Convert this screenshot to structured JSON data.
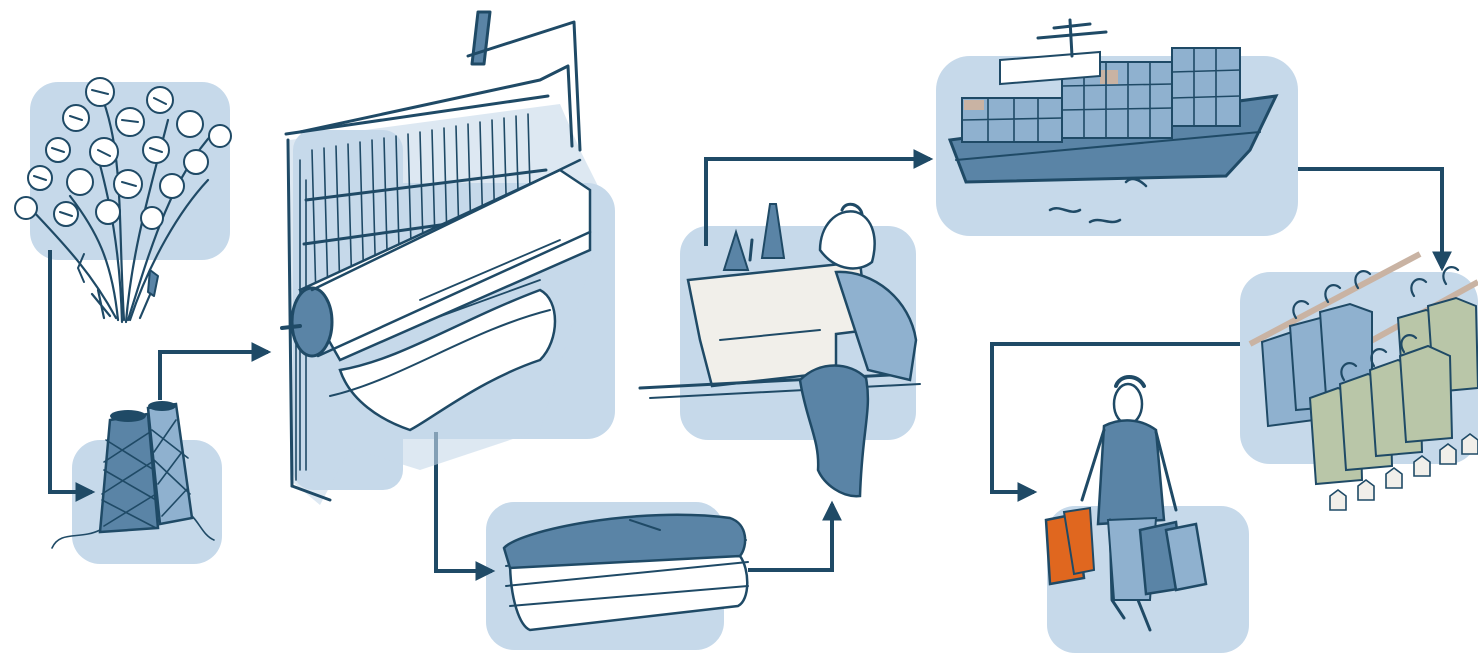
{
  "diagram": {
    "type": "process-flow",
    "stages": [
      {
        "id": "cotton",
        "icon": "cotton-plant-icon"
      },
      {
        "id": "yarn",
        "icon": "yarn-spool-icon"
      },
      {
        "id": "weaving",
        "icon": "loom-icon"
      },
      {
        "id": "fabric",
        "icon": "folded-fabric-icon"
      },
      {
        "id": "sewing",
        "icon": "sewing-machine-icon"
      },
      {
        "id": "shipping",
        "icon": "container-ship-icon"
      },
      {
        "id": "retail",
        "icon": "clothing-rack-icon"
      },
      {
        "id": "consumer",
        "icon": "shopper-icon"
      }
    ],
    "flow": [
      "cotton",
      "yarn",
      "weaving",
      "fabric",
      "sewing",
      "shipping",
      "retail",
      "consumer"
    ]
  },
  "colors": {
    "tile": "#c6d9ea",
    "ink": "#1f4a66",
    "mid_blue": "#5a84a6",
    "light_blue": "#8fb1cf",
    "garment_green": "#b9c6a8",
    "orange_bag": "#e0671f",
    "rail": "#c9b3a3"
  }
}
